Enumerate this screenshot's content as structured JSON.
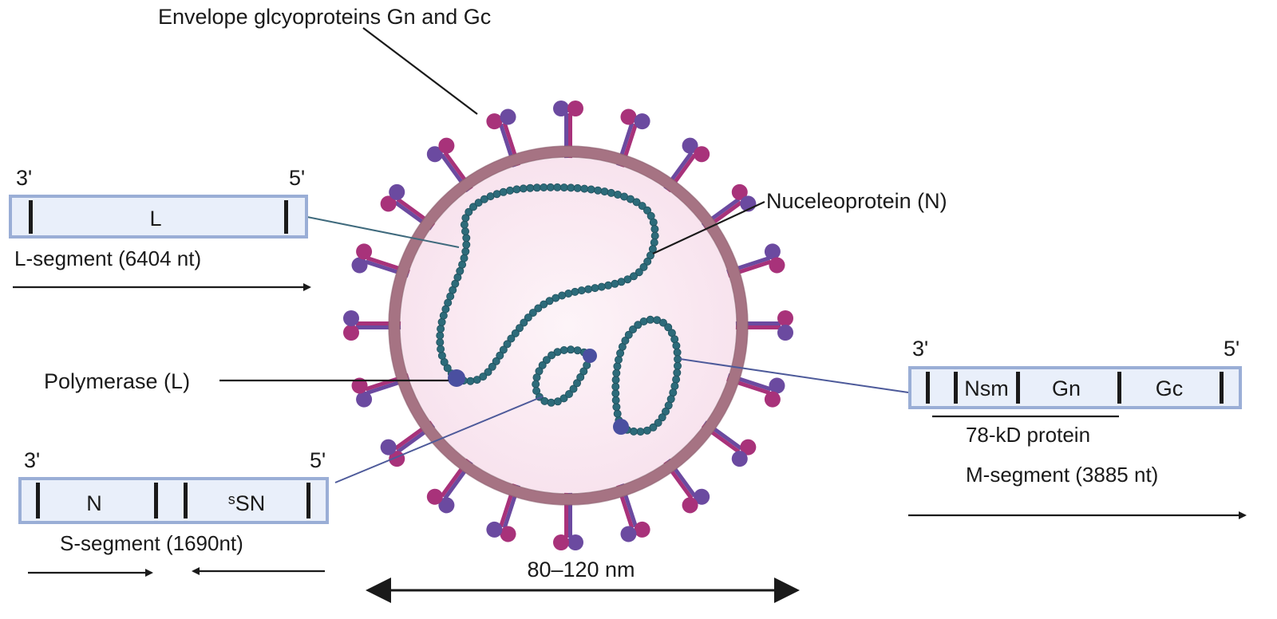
{
  "labels": {
    "envelope": "Envelope glcyoproteins Gn and Gc",
    "nucleoprotein": "Nuceleoprotein (N)",
    "polymerase": "Polymerase (L)",
    "size": "80–120 nm"
  },
  "segments": {
    "l": {
      "prime3": "3'",
      "prime5": "5'",
      "gene": "L",
      "caption": "L-segment (6404 nt)"
    },
    "s": {
      "prime3": "3'",
      "prime5": "5'",
      "gene_n": "N",
      "gene_nss_sup": "s",
      "gene_nss": "SN",
      "caption": "S-segment (1690nt)"
    },
    "m": {
      "prime3": "3'",
      "prime5": "5'",
      "gene_nsm": "Nsm",
      "gene_gn": "Gn",
      "gene_gc": "Gc",
      "protein": "78-kD protein",
      "caption": "M-segment (3885 nt)"
    }
  },
  "colors": {
    "envelope_ring": "#a67383",
    "virion_fill": "#fbeef4",
    "rnp_bead": "#2d6b7a",
    "polymerase": "#4a4fa0",
    "glyco_purple": "#6b4aa0",
    "glyco_magenta": "#a8327a",
    "segment_box_fill": "#e9effa",
    "segment_box_stroke": "#9aaed6"
  }
}
